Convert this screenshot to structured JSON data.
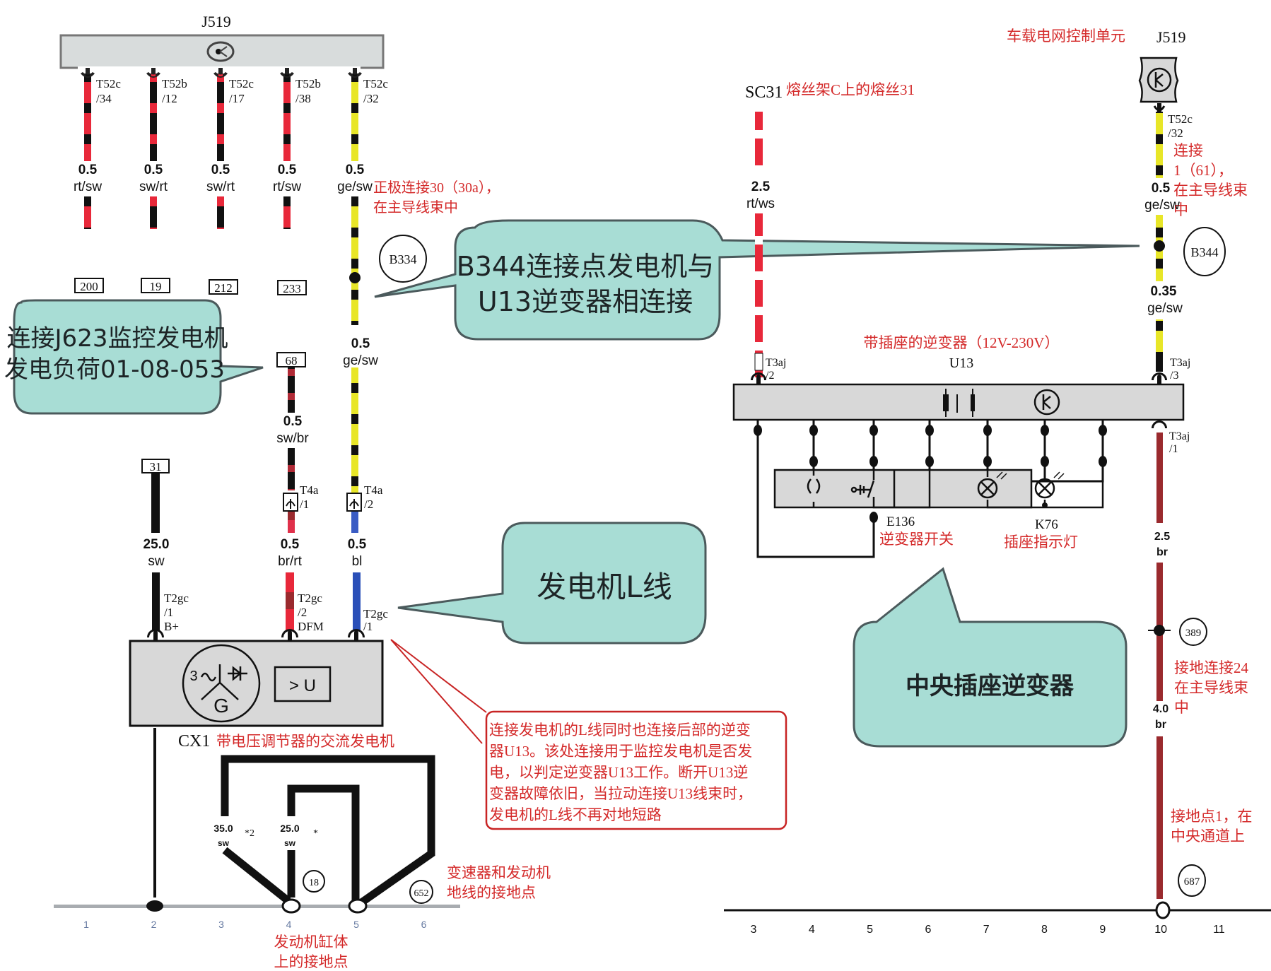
{
  "title": "J519 / CX1 / U13 wiring diagram with annotations",
  "colors": {
    "annotation_red": "#d42a2a",
    "bubble_fill": "#a8ddd5",
    "wire_red": "#e8283a",
    "wire_black": "#111111",
    "wire_yellow": "#e8e628",
    "wire_blue": "#2a4fb8",
    "wire_brown": "#9a2a2e",
    "component_gray": "#d8d8d8"
  },
  "left": {
    "j519_label": "J519",
    "pins": [
      {
        "pin": "T52c",
        "sub": "/34",
        "size": "0.5",
        "color": "rt/sw",
        "dest": "200"
      },
      {
        "pin": "T52b",
        "sub": "/12",
        "size": "0.5",
        "color": "sw/rt",
        "dest": "19"
      },
      {
        "pin": "T52c",
        "sub": "/17",
        "size": "0.5",
        "color": "sw/rt",
        "dest": "212"
      },
      {
        "pin": "T52b",
        "sub": "/38",
        "size": "0.5",
        "color": "rt/sw",
        "dest": "233"
      },
      {
        "pin": "T52c",
        "sub": "/32",
        "size": "0.5",
        "color": "ge/sw"
      }
    ],
    "positive_note_1": "正极连接30（30a），",
    "positive_note_2": "在主导线束中",
    "b334": "B334",
    "yellow_lower": {
      "size": "0.5",
      "color": "ge/sw"
    },
    "box68": "68",
    "sw_br": {
      "size": "0.5",
      "color": "sw/br"
    },
    "box31": "31",
    "t4a_1": {
      "pin": "T4a",
      "sub": "/1"
    },
    "t4a_2": {
      "pin": "T4a",
      "sub": "/2"
    },
    "w_sw": {
      "size": "25.0",
      "color": "sw"
    },
    "w_brrt": {
      "size": "0.5",
      "color": "br/rt"
    },
    "w_bl": {
      "size": "0.5",
      "color": "bl"
    },
    "t2gc_1": {
      "pin": "T2gc",
      "sub": "/1",
      "term": "B+"
    },
    "t2gc_2": {
      "pin": "T2gc",
      "sub": "/2",
      "term": "DFM"
    },
    "t2gc_3": {
      "pin": "T2gc",
      "sub": "/1"
    },
    "gen_phase": "3",
    "gen_letter": "G",
    "regulator": "> U",
    "cx1_code": "CX1",
    "cx1_name": "带电压调节器的交流发电机",
    "gnd35": {
      "size": "35.0",
      "color": "sw",
      "mark": "*2"
    },
    "gnd25": {
      "size": "25.0",
      "color": "sw",
      "mark": "*"
    },
    "gp18": "18",
    "gp652": "652",
    "gp652_note_1": "变速器和发动机",
    "gp652_note_2": "地线的接地点",
    "engine_gnd_1": "发动机缸体",
    "engine_gnd_2": "上的接地点",
    "ruler": [
      "1",
      "2",
      "3",
      "4",
      "5",
      "6"
    ]
  },
  "bubbles": {
    "j623_1": "连接J623监控发电机",
    "j623_2": "发电负荷01-08-053",
    "b344_1": "B344连接点发电机与",
    "b344_2": "U13逆变器相连接",
    "lline": "发电机L线",
    "center": "中央插座逆变器"
  },
  "note_box": [
    "连接发电机的L线同时也连接后部的逆变",
    "器U13。该处连接用于监控发电机是否发",
    "电，以判定逆变器U13工作。断开U13逆",
    "变器故障依旧，当拉动连接U13线束时，",
    "发电机的L线不再对地短路"
  ],
  "right": {
    "sc31_code": "SC31",
    "sc31_name": "熔丝架C上的熔丝31",
    "sc_wire": {
      "size": "2.5",
      "color": "rt/ws"
    },
    "j519_name": "车载电网控制单元",
    "j519_label": "J519",
    "pin_top": {
      "pin": "T52c",
      "sub": "/32"
    },
    "connect_note": [
      "连接",
      "1（61），",
      "在主导线束",
      "中"
    ],
    "w_top": {
      "size": "0.5",
      "color": "ge/sw"
    },
    "b344": "B344",
    "w_mid": {
      "size": "0.35",
      "color": "ge/sw"
    },
    "u13_name": "带插座的逆变器（12V-230V）",
    "u13_label": "U13",
    "t3aj_2": {
      "pin": "T3aj",
      "sub": "/2"
    },
    "t3aj_3": {
      "pin": "T3aj",
      "sub": "/3"
    },
    "t3aj_1": {
      "pin": "T3aj",
      "sub": "/1"
    },
    "e136_code": "E136",
    "e136_name": "逆变器开关",
    "k76_code": "K76",
    "k76_name": "插座指示灯",
    "w_br1": {
      "size": "2.5",
      "color": "br"
    },
    "gp389": "389",
    "gnd24_note": [
      "接地连接24",
      "在主导线束",
      "中"
    ],
    "w_br2": {
      "size": "4.0",
      "color": "br"
    },
    "gp1_note": [
      "接地点1，在",
      "中央通道上"
    ],
    "gp687": "687",
    "ruler": [
      "3",
      "4",
      "5",
      "6",
      "7",
      "8",
      "9",
      "10",
      "11"
    ]
  }
}
